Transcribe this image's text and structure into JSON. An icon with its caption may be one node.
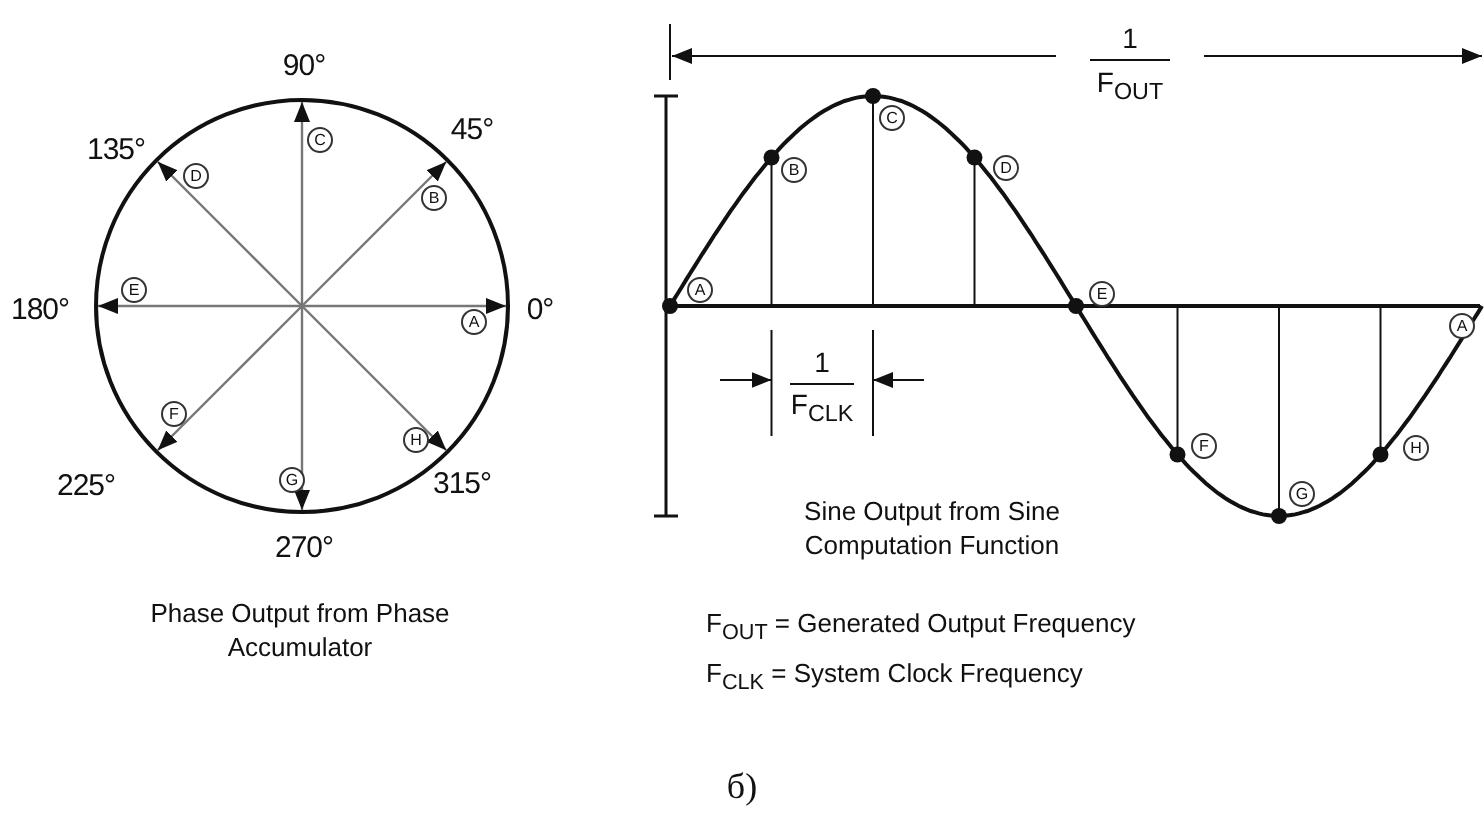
{
  "diagram": {
    "caption": "б)",
    "labels": [
      "90°",
      "135°",
      "45°",
      "C",
      "D",
      "B",
      "180°",
      "E",
      "A",
      "0°",
      "F",
      "H",
      "225°",
      "G",
      "315°",
      "270°",
      "Phase Output from Phase Accumulator",
      "1",
      "F$_{OUT}$",
      "A",
      "B",
      "C",
      "D",
      "E",
      "F",
      "G",
      "H",
      "A",
      "1",
      "F$_{CLK}$",
      "Sine Output from Sine Computation Function",
      "F$_{OUT}$ = Generated Output Frequency",
      "F$_{CLK}$ = System Clock Frequency"
    ]
  }
}
